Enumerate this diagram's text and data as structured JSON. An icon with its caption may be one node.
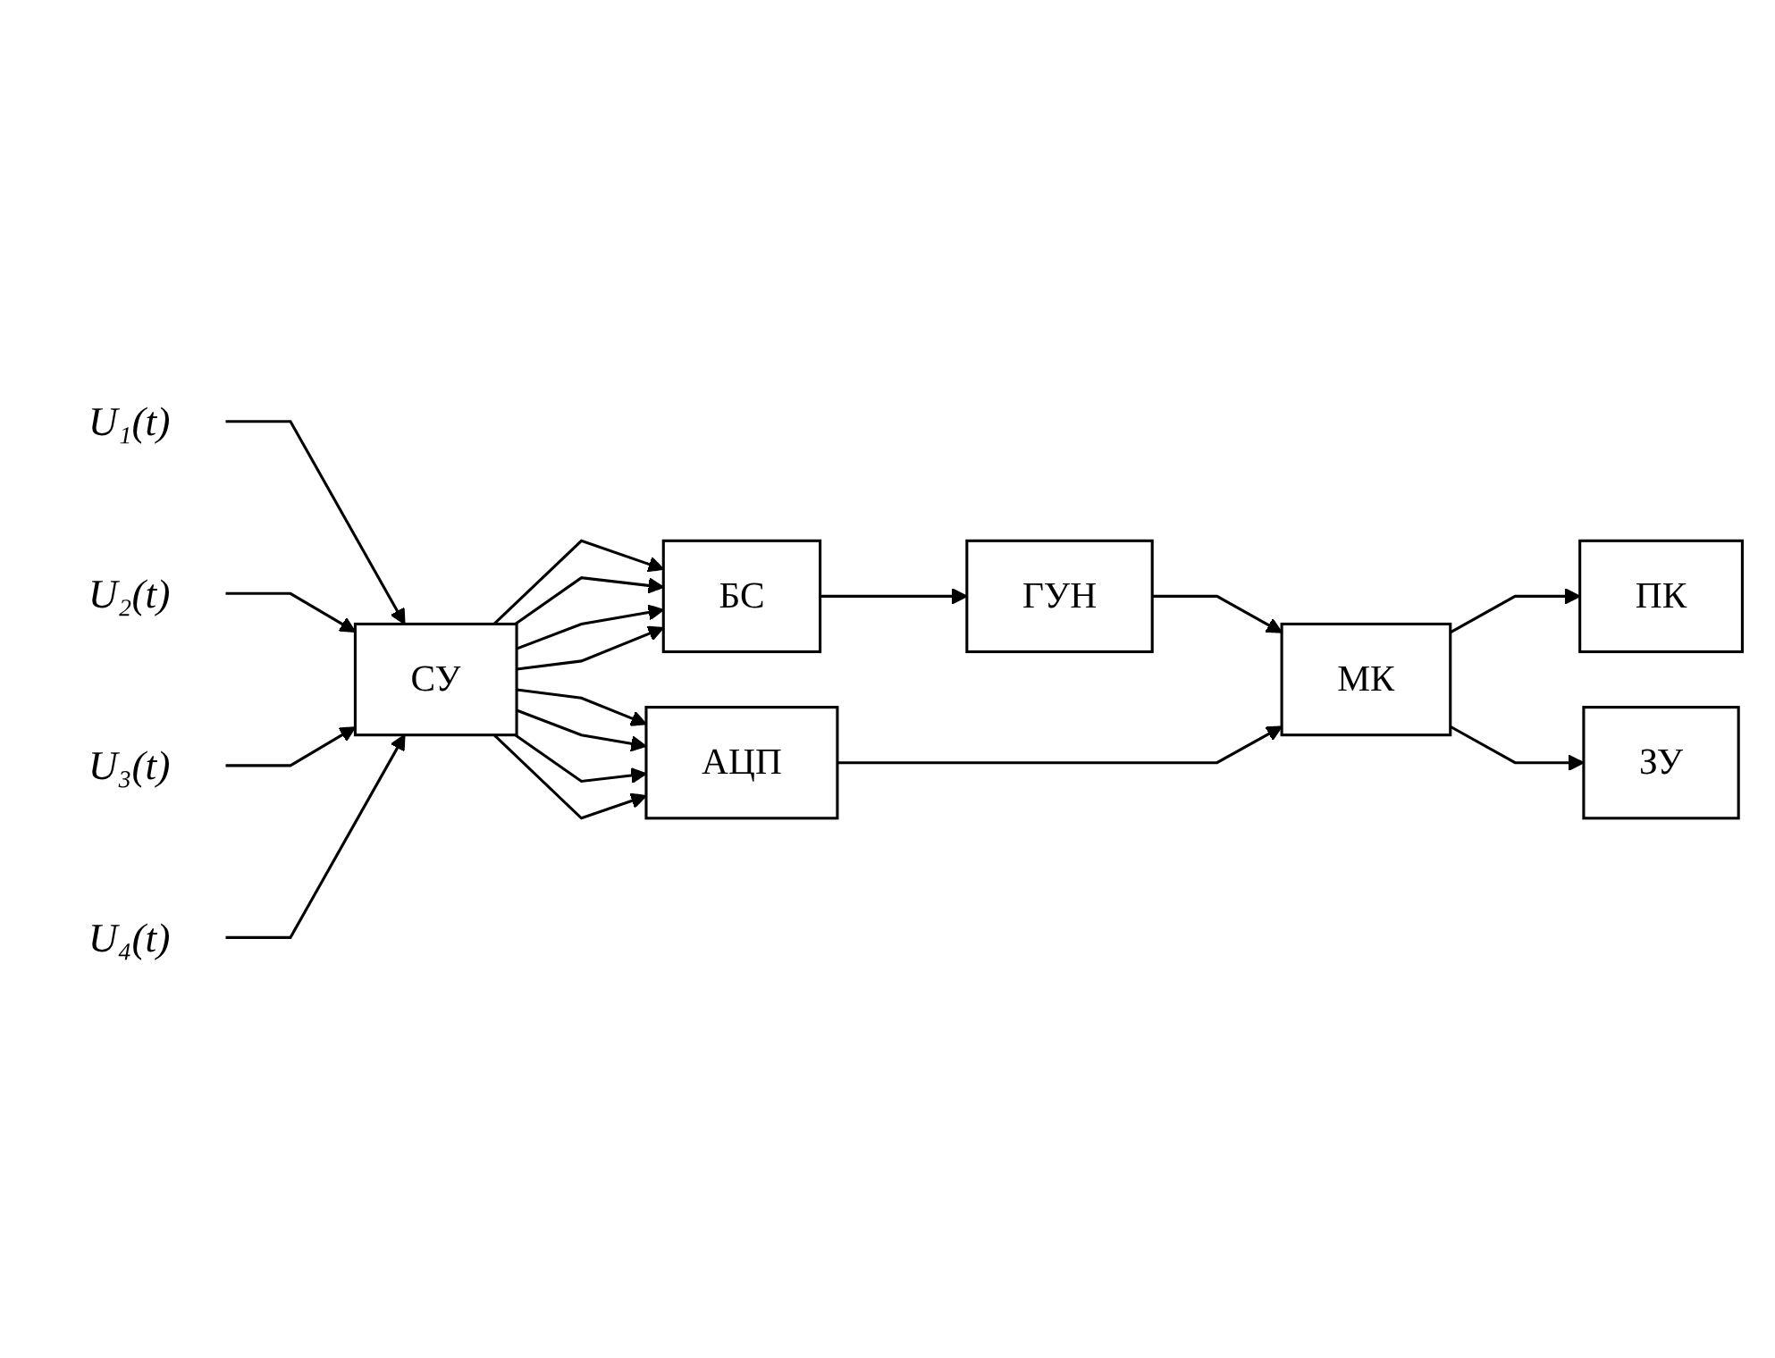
{
  "diagram": {
    "nodes": [
      {
        "text": [
          "U₁(t)"
        ]
      },
      {
        "text": [
          "U₂(t)"
        ]
      },
      {
        "text": [
          "U₃(t)"
        ]
      },
      {
        "text": [
          "U₄(t)"
        ]
      },
      {
        "text": [
          "СУ"
        ]
      },
      {
        "text": [
          "БС"
        ]
      },
      {
        "text": [
          "ГУН"
        ]
      },
      {
        "text": [
          "АЦП"
        ]
      },
      {
        "text": [
          "МК"
        ]
      },
      {
        "text": [
          "ПК"
        ]
      },
      {
        "text": [
          "ЗУ"
        ]
      }
    ],
    "edges": [
      {
        "from": 0,
        "to": 4,
        "arrow": "to"
      },
      {
        "from": 1,
        "to": 4,
        "arrow": "to"
      },
      {
        "from": 2,
        "to": 4,
        "arrow": "to"
      },
      {
        "from": 3,
        "to": 4,
        "arrow": "to"
      },
      {
        "from": 4,
        "to": 5,
        "arrow": "to"
      },
      {
        "from": 4,
        "to": 5,
        "arrow": "to"
      },
      {
        "from": 4,
        "to": 5,
        "arrow": "to"
      },
      {
        "from": 4,
        "to": 5,
        "arrow": "to"
      },
      {
        "from": 4,
        "to": 7,
        "arrow": "to"
      },
      {
        "from": 4,
        "to": 7,
        "arrow": "to"
      },
      {
        "from": 4,
        "to": 7,
        "arrow": "to"
      },
      {
        "from": 4,
        "to": 7,
        "arrow": "to"
      },
      {
        "from": 5,
        "to": 6,
        "arrow": "to"
      },
      {
        "from": 6,
        "to": 8,
        "arrow": "to"
      },
      {
        "from": 7,
        "to": 8,
        "arrow": "to"
      },
      {
        "from": 8,
        "to": 9,
        "arrow": "to"
      },
      {
        "from": 8,
        "to": 10,
        "arrow": "to"
      }
    ]
  }
}
